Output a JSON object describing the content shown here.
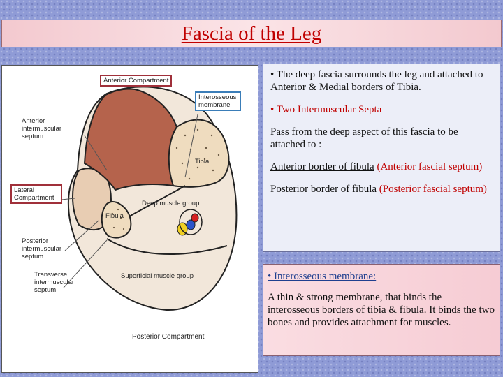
{
  "title": "Fascia of the Leg",
  "figure": {
    "labels": {
      "anterior_compartment": "Anterior Compartment",
      "interosseous_membrane": "Interosseous membrane",
      "anterior_intermuscular_septum": "Anterior intermuscular septum",
      "tibia": "Tibia",
      "lateral_compartment": "Lateral Compartment",
      "deep_muscle_group": "Deep muscle group",
      "fibula": "Fibula",
      "posterior_intermuscular_septum": "Posterior intermuscular septum",
      "transverse_intermuscular_septum": "Transverse intermuscular septum",
      "superficial_muscle_group": "Superficial muscle group",
      "posterior_compartment": "Posterior Compartment"
    },
    "colors": {
      "anterior_compartment": "#b5634c",
      "bone": "#efdcbf",
      "muscle": "#f2e7da",
      "lateral": "#e8cdb3",
      "artery": "#d42020",
      "vein": "#2b53c9",
      "nerve": "#f0cf22"
    }
  },
  "panel_top": {
    "bullet1": "• The deep fascia surrounds the leg and attached to Anterior & Medial borders of Tibia.",
    "bullet2": "• Two Intermuscular Septa",
    "pass_text": "Pass from the  deep aspect of this fascia to be attached to :",
    "item1_main": "Anterior border of fibula",
    "item1_paren": " (Anterior fascial septum)",
    "item2_main": "Posterior border of fibula",
    "item2_paren": " (Posterior fascial septum)"
  },
  "panel_bottom": {
    "heading": "• Interosseous membrane:",
    "body": "A thin & strong membrane, that binds the interosseous borders of tibia & fibula. It binds the two bones and provides attachment for muscles."
  }
}
